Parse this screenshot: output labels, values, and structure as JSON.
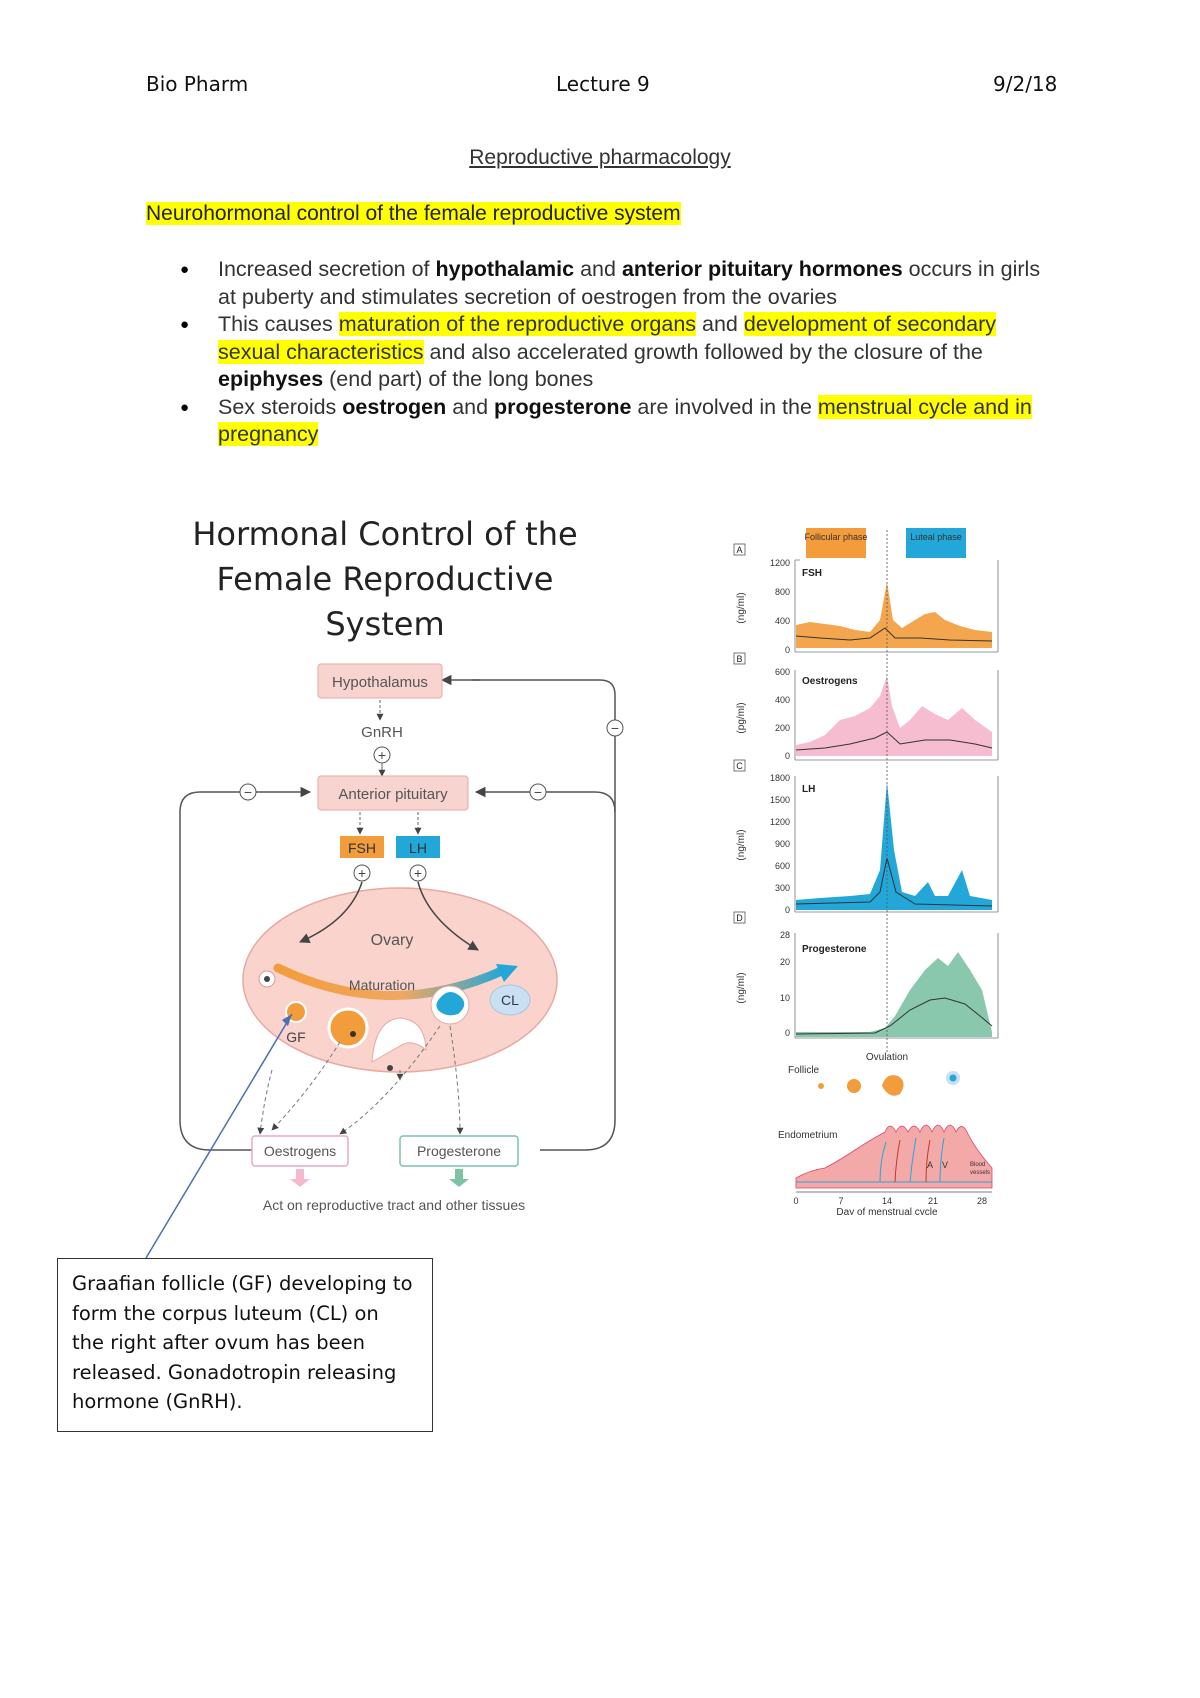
{
  "header": {
    "left": "Bio Pharm",
    "center": "Lecture 9",
    "right": "9/2/18"
  },
  "title": "Reproductive pharmacology",
  "section_heading": "Neurohormonal control of the female reproductive system",
  "bullets": {
    "b1": {
      "t1": "Increased secretion of ",
      "t2": "hypothalamic",
      "t3": " and ",
      "t4": "anterior pituitary hormones",
      "t5": " occurs in girls at puberty and stimulates secretion of oestrogen from the ovaries"
    },
    "b2": {
      "t1": "This causes ",
      "t2": "maturation of the reproductive organs",
      "t3": " and ",
      "t4": "development of secondary sexual characteristics",
      "t5": " and also accelerated growth followed by the closure of the ",
      "t6": "epiphyses",
      "t7": " (end part) of the long bones"
    },
    "b3": {
      "t1": "Sex steroids ",
      "t2": "oestrogen",
      "t3": " and ",
      "t4": "progesterone",
      "t5": " are involved in the ",
      "t6": "menstrual cycle and in pregnancy"
    }
  },
  "diagram": {
    "title_l1": "Hormonal Control of the",
    "title_l2": "Female Reproductive",
    "title_l3": "System",
    "hypothalamus": "Hypothalamus",
    "gnrh": "GnRH",
    "anterior_pituitary": "Anterior pituitary",
    "fsh": "FSH",
    "lh": "LH",
    "ovary": "Ovary",
    "maturation": "Maturation",
    "cl": "CL",
    "gf": "GF",
    "oestrogens": "Oestrogens",
    "progesterone": "Progesterone",
    "act_on": "Act on reproductive tract and other tissues",
    "plus": "+",
    "minus": "−",
    "colors": {
      "fsh": "#f39c3c",
      "lh": "#22a7d8",
      "box": "#f7d4cf",
      "ovary": "#fad3cc"
    }
  },
  "cycle": {
    "phase_follicular": "Follicular phase",
    "phase_luteal": "Luteal phase",
    "panel_a": "A",
    "panel_b": "B",
    "panel_c": "C",
    "panel_d": "D",
    "unit_a": "(ng/ml)",
    "unit_b": "(pg/ml)",
    "unit_c": "(ng/ml)",
    "unit_d": "(ng/ml)",
    "label_a": "FSH",
    "label_b": "Oestrogens",
    "label_c": "LH",
    "label_d": "Progesterone",
    "ticks_a": [
      "1200",
      "800",
      "400",
      "0"
    ],
    "ticks_b": [
      "600",
      "400",
      "200",
      "0"
    ],
    "ticks_c": [
      "1800",
      "1500",
      "1200",
      "900",
      "600",
      "300",
      "0"
    ],
    "ticks_d": [
      "28",
      "20",
      "10",
      "0"
    ],
    "ovulation": "Ovulation",
    "follicle": "Follicle",
    "endometrium": "Endometrium",
    "a_label": "A",
    "v_label": "V",
    "blood_vessels_1": "Blood",
    "blood_vessels_2": "vessels",
    "x_ticks": [
      "0",
      "7",
      "14",
      "21",
      "28"
    ],
    "xlabel": "Day of menstrual cycle",
    "colors": {
      "fsh": "#f39c3c",
      "oestrogens": "#f5b8cc",
      "lh": "#22a7d8",
      "progesterone": "#7cc2a4"
    }
  },
  "callout": {
    "l1": "Graafian follicle (GF) developing to",
    "l2": "form the corpus luteum (CL) on",
    "l3": "the right after ovum has been",
    "l4": "released. Gonadotropin releasing",
    "l5": "hormone (GnRH)."
  }
}
